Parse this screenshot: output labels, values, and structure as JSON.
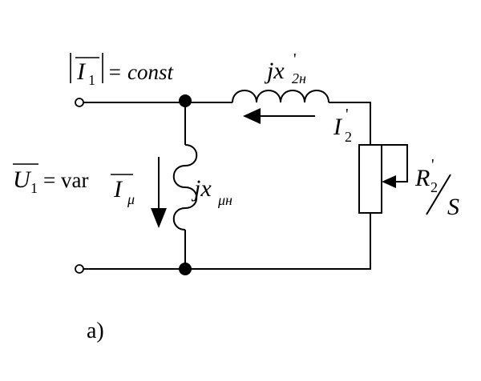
{
  "figure_label": "a)",
  "labels": {
    "input_current": {
      "symbol": "I",
      "sub": "1",
      "rest": "= const"
    },
    "input_voltage": {
      "symbol": "U",
      "sub": "1",
      "rest": "= var"
    },
    "magnetizing_current": {
      "symbol": "I",
      "sub": "μ"
    },
    "magnetizing_reactance": {
      "main": "jx",
      "sub": "μн"
    },
    "rotor_reactance": {
      "main": "jx",
      "prime": "'",
      "sub": "2н"
    },
    "rotor_current": {
      "main": "I",
      "prime": "'",
      "sub": "2"
    },
    "rotor_resistance": {
      "main": "R",
      "prime": "'",
      "sub": "2",
      "slash": "/",
      "denom": "S"
    }
  },
  "colors": {
    "stroke": "#000000",
    "background": "#ffffff"
  }
}
